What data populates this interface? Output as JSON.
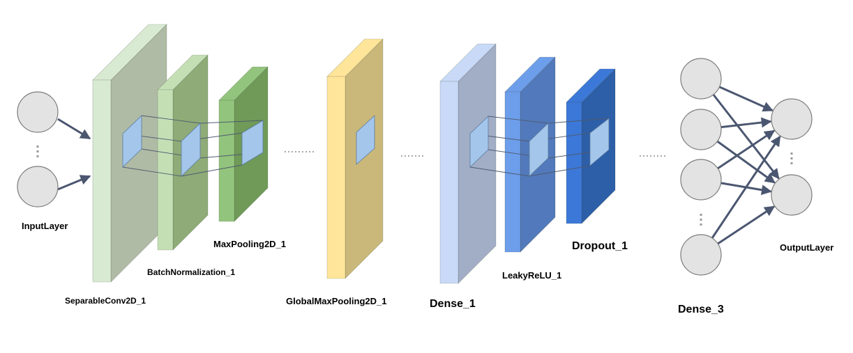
{
  "labels": {
    "input_layer": "InputLayer",
    "separable_conv": "SeparableConv2D_1",
    "batch_norm": "BatchNormalization_1",
    "max_pooling": "MaxPooling2D_1",
    "global_max_pooling": "GlobalMaxPooling2D_1",
    "dense_1": "Dense_1",
    "leaky_relu": "LeakyReLU_1",
    "dropout": "Dropout_1",
    "dense_3": "Dense_3",
    "output_layer": "OutputLayer"
  },
  "colors": {
    "node_fill": "#e3e3e3",
    "node_stroke": "#7b7b7b",
    "arrow": "#4b5670",
    "window_fill": "#a4c6ea",
    "separable_front": "#d9ead3",
    "separable_side": "#b0bba5",
    "batchnorm_front": "#c5dfb5",
    "batchnorm_side": "#8fab78",
    "maxpool_front": "#93c47d",
    "maxpool_side": "#6f9a58",
    "gmp_front": "#ffe599",
    "gmp_side": "#c9b87a",
    "dense_front": "#c9daf8",
    "dense_side": "#a2aec6",
    "leaky_front": "#6d9eeb",
    "leaky_side": "#5279bb",
    "dropout_front": "#3c78d8",
    "dropout_side": "#2d5ea8"
  }
}
